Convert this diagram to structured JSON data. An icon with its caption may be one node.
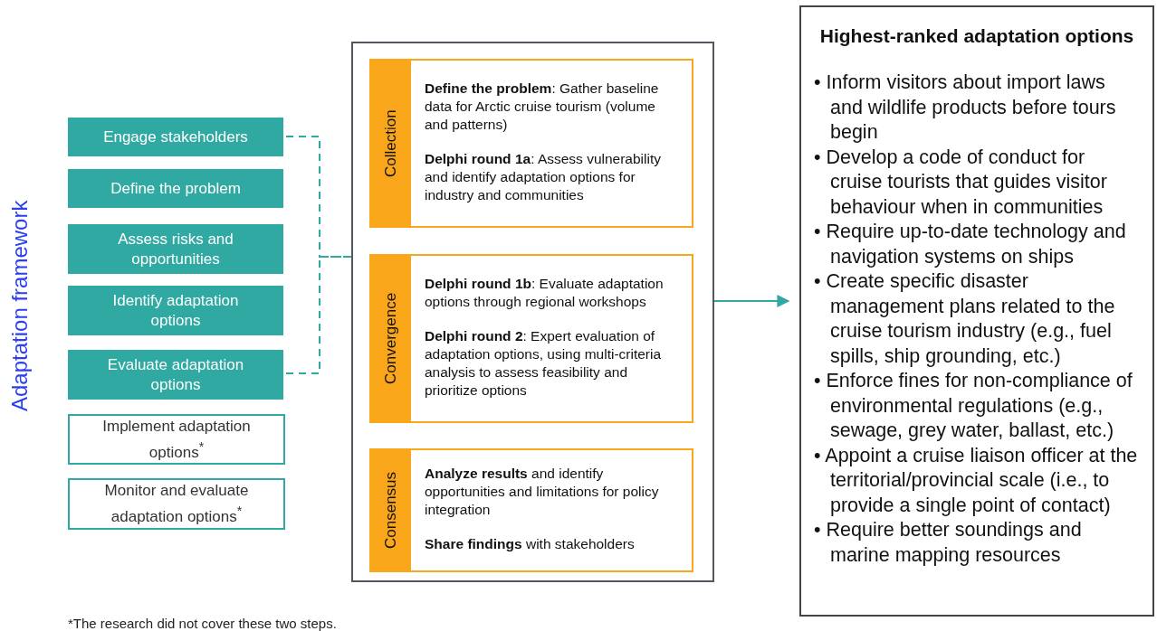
{
  "diagram": {
    "nodes": [
      {
        "text": [
          "Engage stakeholders"
        ]
      },
      {
        "text": [
          "Define the problem"
        ]
      },
      {
        "text": [
          "Assess risks and opportunities"
        ]
      },
      {
        "text": [
          "Identify adaptation options"
        ]
      },
      {
        "text": [
          "Evaluate adaptation options"
        ]
      },
      {
        "text": [
          "Implement adaptation options$^{*}$"
        ]
      },
      {
        "text": [
          "Monitor and evaluate adaptation options$^{*}$"
        ]
      },
      {
        "text": [],
        "shape": "box"
      },
      {
        "text": [
          "Collection",
          "**Define the problem**: Gather baseline data for Arctic cruise tourism (volume and patterns)",
          "**Delphi round 1a**: Assess vulnerability and identify adaptation options for industry and communities"
        ],
        "in": 7
      },
      {
        "text": [
          "Convergence",
          "**Delphi round 1b**: Evaluate adaptation options through regional workshops",
          "**Delphi round 2**: Expert evaluation of adaptation options, using multi-criteria analysis to assess feasibility and prioritize options"
        ],
        "in": 7
      },
      {
        "text": [
          "Consensus",
          "**Analyze results** and identify opportunities and limitations for policy integration",
          "**Share findings** with stakeholders"
        ],
        "in": 7
      },
      {
        "text": [
          "Highest-ranked adaptation options",
          "• Inform visitors about import laws and wildlife products before tours begin",
          "• Develop a code of conduct for cruise tourists that guides visitor behaviour when in communities",
          "• Require up-to-date technology and navigation systems on ships",
          "• Create specific disaster management plans related to the cruise tourism industry (e.g., fuel spills, ship grounding, etc.)",
          "• Enforce fines for non-compliance of environmental regulations (e.g., sewage, grey water, ballast, etc.)",
          "• Appoint a cruise liaison officer at the territorial/provincial scale (i.e., to provide a single point of contact)",
          "• Require better soundings and marine mapping resources"
        ]
      }
    ],
    "edges": [
      {
        "from": 0,
        "to": 7,
        "arrow": "none",
        "style": "dashed"
      },
      {
        "from": 4,
        "to": 7,
        "arrow": "none",
        "style": "dashed"
      },
      {
        "from": 7,
        "to": 11,
        "arrow": "to"
      }
    ],
    "labels": [
      "Adaptation framework",
      "*The research did not cover these two steps."
    ]
  }
}
